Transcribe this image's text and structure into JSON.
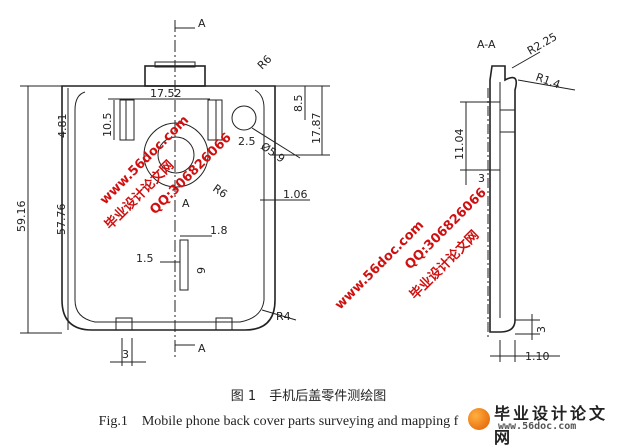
{
  "section_labels": {
    "a_top": "A",
    "a_bottom": "A",
    "a_center": "A",
    "section": "A-A"
  },
  "front_view": {
    "r_top": "R6",
    "w_17_52": "17.52",
    "h_8_5": "8.5",
    "h_17_87": "17.87",
    "h_10_5": "10.5",
    "h_4_81": "4.81",
    "h_59_16": "59.16",
    "h_57_76": "57.76",
    "d_2_5": "2.5",
    "dia_5_9": "Ø5.9",
    "r_mid": "R6",
    "d_1_06": "1.06",
    "d_1_8": "1.8",
    "d_1_5": "1.5",
    "h_9": "9",
    "r_bottom": "R4",
    "w_3": "3"
  },
  "section_view": {
    "r_2_25": "R2.25",
    "r_1_4": "R1.4",
    "h_11_04": "11.04",
    "h_3_top": "3",
    "h_3_bottom": "3",
    "w_1_10": "1.10"
  },
  "watermarks": {
    "site1": "www.56doc.com",
    "qq1": "QQ:306826066",
    "cn1": "毕业设计论文网",
    "site2": "www.56doc.com",
    "qq2": "QQ:306826066",
    "cn2": "毕业设计论文网"
  },
  "caption": {
    "cn": "图 1　手机后盖零件测绘图",
    "en": "Fig.1　Mobile phone back cover parts surveying and mapping f"
  },
  "logo": {
    "cn": "毕业设计论文网",
    "url": "www.56doc.com"
  }
}
